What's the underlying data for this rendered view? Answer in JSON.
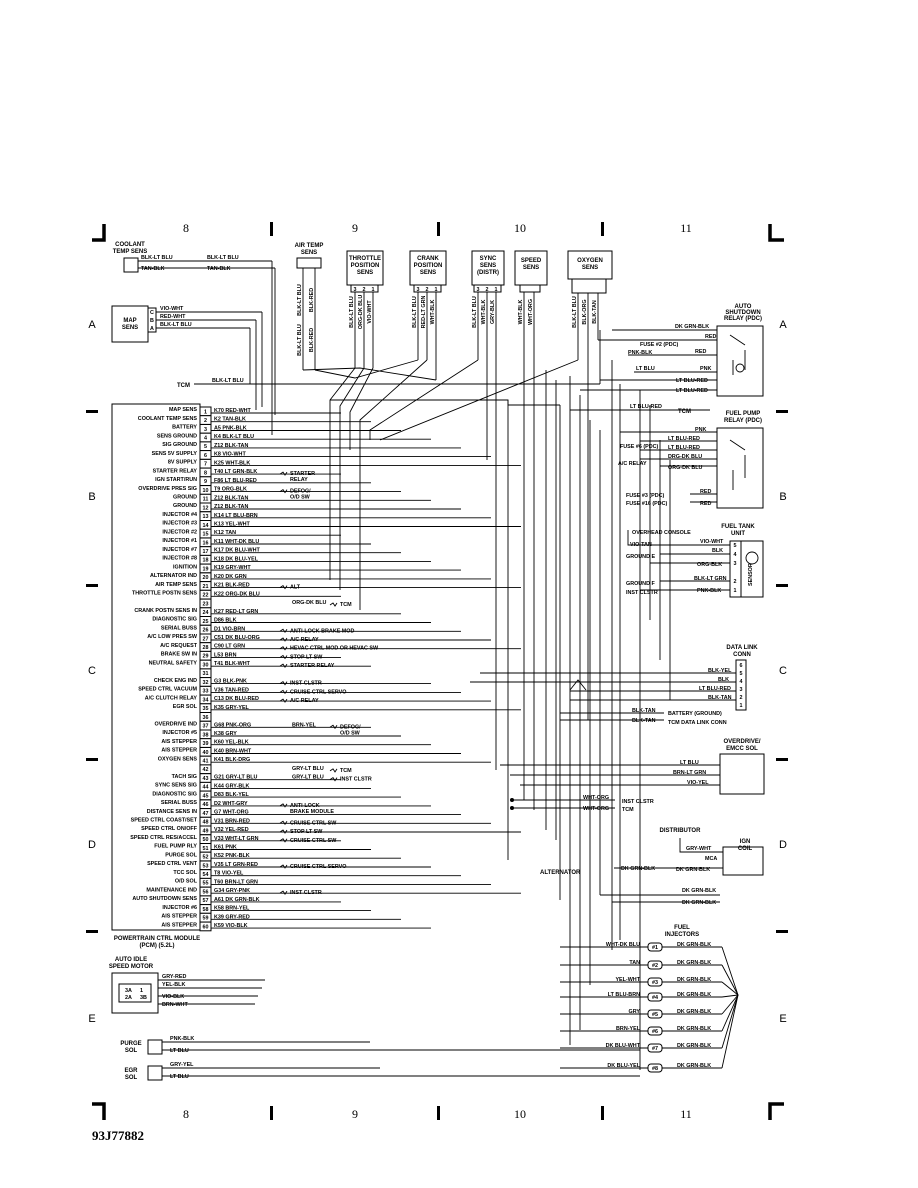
{
  "grid": {
    "columns": [
      "8",
      "9",
      "10",
      "11"
    ],
    "rows": [
      "A",
      "B",
      "C",
      "D",
      "E"
    ]
  },
  "drawing_code": "93J77882",
  "components": {
    "coolant_temp_sens": [
      "COOLANT",
      "TEMP SENS"
    ],
    "air_temp_sens": [
      "AIR TEMP",
      "SENS"
    ],
    "throttle_position_sens": [
      "THROTTLE",
      "POSITION",
      "SENS"
    ],
    "crank_position_sens": [
      "CRANK",
      "POSITION",
      "SENS"
    ],
    "sync_sens": [
      "SYNC",
      "SENS",
      "(DISTR)"
    ],
    "speed_sens": [
      "SPEED",
      "SENS"
    ],
    "oxygen_sens": [
      "OXYGEN",
      "SENS"
    ],
    "map_sens": [
      "MAP",
      "SENS"
    ],
    "auto_shutdown_relay": [
      "AUTO",
      "SHUTDOWN",
      "RELAY (PDC)"
    ],
    "fuel_pump_relay": [
      "FUEL PUMP",
      "RELAY (PDC)"
    ],
    "fuel_tank_unit": [
      "FUEL TANK",
      "UNIT"
    ],
    "data_link_conn": [
      "DATA LINK",
      "CONN"
    ],
    "overdrive_emcc_sol": [
      "OVERDRIVE/",
      "EMCC SOL"
    ],
    "distributor": "DISTRIBUTOR",
    "ign_coil": [
      "IGN",
      "COIL"
    ],
    "fuel_injectors": [
      "FUEL",
      "INJECTORS"
    ],
    "auto_idle_speed_motor": [
      "AUTO IDLE",
      "SPEED MOTOR"
    ],
    "purge_sol": [
      "PURGE",
      "SOL"
    ],
    "egr_sol": [
      "EGR",
      "SOL"
    ],
    "pcm": [
      "POWERTRAIN CTRL MODULE",
      "(PCM) (5.2L)"
    ],
    "tcm": "TCM",
    "alternator": "ALTERNATOR",
    "sensor": "SENSOR",
    "mca": "MCA"
  },
  "top_wires": {
    "coolant": [
      "BLK-LT BLU",
      "TAN-BLK"
    ],
    "map": [
      "VIO-WHT",
      "RED-WHT",
      "BLK-LT BLU"
    ],
    "map_pins": [
      "C",
      "B",
      "A"
    ],
    "tcm_line": "BLK-LT BLU",
    "air_temp": [
      "BLK-LT BLU",
      "BLK-RED"
    ],
    "throttle": [
      "BLK-LT BLU",
      "ORG-DK BLU",
      "VIO-WHT"
    ],
    "throttle_pins": [
      "3",
      "2",
      "1"
    ],
    "crank": [
      "BLK-LT BLU",
      "RED-LT GRN",
      "WHT-BLK"
    ],
    "crank_pins": [
      "3",
      "2",
      "1"
    ],
    "sync": [
      "BLK-LT BLU",
      "WHT-BLK",
      "GRY-BLK"
    ],
    "sync_pins": [
      "3",
      "2",
      "1"
    ],
    "speed": [
      "WHT-BLK",
      "WHT-ORG"
    ],
    "oxygen": [
      "BLK-LT BLU",
      "BLK-ORG",
      "BLK-TAN"
    ]
  },
  "pcm_pins": [
    {
      "n": "1",
      "label": "MAP SENS",
      "wire": "K70 RED-WHT"
    },
    {
      "n": "2",
      "label": "COOLANT TEMP SENS",
      "wire": "K2 TAN-BLK"
    },
    {
      "n": "3",
      "label": "BATTERY",
      "wire": "A5 PNK-BLK"
    },
    {
      "n": "4",
      "label": "SENS GROUND",
      "wire": "K4 BLK-LT BLU"
    },
    {
      "n": "5",
      "label": "SIG GROUND",
      "wire": "Z12 BLK-TAN"
    },
    {
      "n": "6",
      "label": "SENS 5V SUPPLY",
      "wire": "K8 VIO-WHT"
    },
    {
      "n": "7",
      "label": "8V SUPPLY",
      "wire": "K25 WHT-BLK"
    },
    {
      "n": "8",
      "label": "STARTER RELAY",
      "wire": "T40 LT GRN-BLK"
    },
    {
      "n": "9",
      "label": "IGN START/RUN",
      "wire": "F86 LT BLU-RED"
    },
    {
      "n": "10",
      "label": "OVERDRIVE PRES SIG",
      "wire": "T9 ORG-BLK"
    },
    {
      "n": "11",
      "label": "GROUND",
      "wire": "Z12 BLK-TAN"
    },
    {
      "n": "12",
      "label": "GROUND",
      "wire": "Z12 BLK-TAN"
    },
    {
      "n": "13",
      "label": "INJECTOR #4",
      "wire": "K14 LT BLU-BRN"
    },
    {
      "n": "14",
      "label": "INJECTOR #3",
      "wire": "K13 YEL-WHT"
    },
    {
      "n": "15",
      "label": "INJECTOR #2",
      "wire": "K12 TAN"
    },
    {
      "n": "16",
      "label": "INJECTOR #1",
      "wire": "K11 WHT-DK BLU"
    },
    {
      "n": "17",
      "label": "INJECTOR #7",
      "wire": "K17 DK BLU-WHT"
    },
    {
      "n": "18",
      "label": "INJECTOR #8",
      "wire": "K18 DK BLU-YEL"
    },
    {
      "n": "19",
      "label": "IGNITION",
      "wire": "K19 GRY-WHT"
    },
    {
      "n": "20",
      "label": "ALTERNATOR IND",
      "wire": "K20 DK GRN"
    },
    {
      "n": "21",
      "label": "AIR TEMP SENS",
      "wire": "K21 BLK-RED"
    },
    {
      "n": "22",
      "label": "THROTTLE POSTN SENS",
      "wire": "K22 ORG-DK BLU"
    },
    {
      "n": "23",
      "label": "",
      "wire": ""
    },
    {
      "n": "24",
      "label": "CRANK POSTN SENS IN",
      "wire": "K27 RED-LT GRN"
    },
    {
      "n": "25",
      "label": "DIAGNOSTIC SIG",
      "wire": "D86 BLK"
    },
    {
      "n": "26",
      "label": "SERIAL BUSS",
      "wire": "D1 VIO-BRN"
    },
    {
      "n": "27",
      "label": "A/C LOW PRES SW",
      "wire": "C51 DK BLU-ORG"
    },
    {
      "n": "28",
      "label": "A/C REQUEST",
      "wire": "C90 LT GRN"
    },
    {
      "n": "29",
      "label": "BRAKE SW IN",
      "wire": "L53 BRN"
    },
    {
      "n": "30",
      "label": "NEUTRAL SAFETY",
      "wire": "T41 BLK-WHT"
    },
    {
      "n": "31",
      "label": "",
      "wire": ""
    },
    {
      "n": "32",
      "label": "CHECK ENG IND",
      "wire": "G3 BLK-PNK"
    },
    {
      "n": "33",
      "label": "SPEED CTRL VACUUM",
      "wire": "V36 TAN-RED"
    },
    {
      "n": "34",
      "label": "A/C CLUTCH RELAY",
      "wire": "C13 DK BLU-RED"
    },
    {
      "n": "35",
      "label": "EGR SOL",
      "wire": "K35 GRY-YEL"
    },
    {
      "n": "36",
      "label": "",
      "wire": ""
    },
    {
      "n": "37",
      "label": "OVERDRIVE IND",
      "wire": "G68 PNK-ORG"
    },
    {
      "n": "38",
      "label": "INJECTOR #5",
      "wire": "K38 GRY"
    },
    {
      "n": "39",
      "label": "AIS STEPPER",
      "wire": "K60 YEL-BLK"
    },
    {
      "n": "40",
      "label": "AIS STEPPER",
      "wire": "K40 BRN-WHT"
    },
    {
      "n": "41",
      "label": "OXYGEN SENS",
      "wire": "K41 BLK-DRG"
    },
    {
      "n": "42",
      "label": "",
      "wire": ""
    },
    {
      "n": "43",
      "label": "TACH SIG",
      "wire": "G21 GRY-LT BLU"
    },
    {
      "n": "44",
      "label": "SYNC SENS SIG",
      "wire": "K44 GRY-BLK"
    },
    {
      "n": "45",
      "label": "DIAGNOSTIC SIG",
      "wire": "D83 BLK-YEL"
    },
    {
      "n": "46",
      "label": "SERIAL BUSS",
      "wire": "D2 WHT-GRY"
    },
    {
      "n": "47",
      "label": "DISTANCE SENS IN",
      "wire": "G7 WHT-ORG"
    },
    {
      "n": "48",
      "label": "SPEED CTRL COAST/SET",
      "wire": "V31 BRN-RED"
    },
    {
      "n": "49",
      "label": "SPEED CTRL ON/OFF",
      "wire": "V32 YEL-RED"
    },
    {
      "n": "50",
      "label": "SPEED CTRL RES/ACCEL",
      "wire": "V33 WHT-LT GRN"
    },
    {
      "n": "51",
      "label": "FUEL PUMP RLY",
      "wire": "K61 PNK"
    },
    {
      "n": "52",
      "label": "PURGE SOL",
      "wire": "K52 PNK-BLK"
    },
    {
      "n": "53",
      "label": "SPEED CTRL VENT",
      "wire": "V35 LT GRN-RED"
    },
    {
      "n": "54",
      "label": "TCC SOL",
      "wire": "T8 VIO-YEL"
    },
    {
      "n": "55",
      "label": "O/D SOL",
      "wire": "T60 BRN-LT GRN"
    },
    {
      "n": "56",
      "label": "MAINTENANCE IND",
      "wire": "G34 GRY-PNK"
    },
    {
      "n": "57",
      "label": "AUTO SHUTDOWN SENS",
      "wire": "A61 DK GRN-BLK"
    },
    {
      "n": "58",
      "label": "INJECTOR #6",
      "wire": "K58 BRN-YEL"
    },
    {
      "n": "59",
      "label": "AIS STEPPER",
      "wire": "K39 GRY-RED"
    },
    {
      "n": "60",
      "label": "AIS STEPPER",
      "wire": "K59 VIO-BLK"
    }
  ],
  "pcm_side_notes": [
    {
      "row": 8,
      "text": [
        "STARTER",
        "RELAY"
      ]
    },
    {
      "row": 10,
      "text": [
        "DEFOG/",
        "O/D SW"
      ]
    },
    {
      "row": 21,
      "text": [
        "ALT"
      ]
    },
    {
      "row": 23,
      "text": [
        "TCM"
      ],
      "wire": "ORG-DK BLU"
    },
    {
      "row": 26,
      "text": [
        "ANTI-LOCK BRAKE MOD"
      ]
    },
    {
      "row": 27,
      "text": [
        "A/C RELAY"
      ]
    },
    {
      "row": 28,
      "text": [
        "HEVAC CTRL MOD OR HEVAC SW"
      ]
    },
    {
      "row": 29,
      "text": [
        "STOP LT SW"
      ]
    },
    {
      "row": 30,
      "text": [
        "STARTER RELAY"
      ]
    },
    {
      "row": 32,
      "text": [
        "INST CLSTR"
      ]
    },
    {
      "row": 33,
      "text": [
        "CRUISE CTRL SERVO"
      ]
    },
    {
      "row": 34,
      "text": [
        "A/C RELAY"
      ]
    },
    {
      "row": 37,
      "text": [
        "DEFOG/",
        "O/D SW"
      ],
      "wire": "BRN-YEL"
    },
    {
      "row": 42,
      "text": [
        "TCM"
      ],
      "wire": "GRY-LT BLU"
    },
    {
      "row": 43,
      "text": [
        "INST CLSTR"
      ],
      "wire": "GRY-LT BLU"
    },
    {
      "row": 46,
      "text": [
        "ANTI-LOCK",
        "BRAKE MODULE"
      ]
    },
    {
      "row": 48,
      "text": [
        "CRUISE CTRL SW"
      ]
    },
    {
      "row": 49,
      "text": [
        "STOP LT SW"
      ]
    },
    {
      "row": 50,
      "text": [
        "CRUISE CTRL SW"
      ]
    },
    {
      "row": 53,
      "text": [
        "CRUISE CTRL SERVO"
      ]
    },
    {
      "row": 56,
      "text": [
        "INST CLSTR"
      ]
    }
  ],
  "right_side": {
    "asd_wires": [
      "DK GRN-BLK",
      "RED",
      "RED",
      "PNK",
      "LT BLU-RED",
      "LT BLU-RED"
    ],
    "asd_labels": [
      "FUSE #2 (PDC)",
      "PNK-BLK",
      "LT BLU"
    ],
    "tcm_wire": "LT BLU-RED",
    "fuel_pump_wires": [
      "PNK",
      "LT BLU-RED",
      "LT BLU-RED",
      "DRG-DK BLU",
      "ORG-DK BLU",
      "RED",
      "RED"
    ],
    "fuel_pump_labels": [
      "FUSE #6 (PDC)",
      "A/C RELAY",
      "FUSE #3 (PDC)",
      "FUSE #16 (PDC)"
    ],
    "fuel_tank": {
      "console": "OVERHEAD CONSOLE",
      "wires": [
        "VIO-WHT",
        "BLK",
        "ORG-BLK",
        "BLK-LT GRN",
        "PNK-BLK"
      ],
      "left": [
        "VIO-TAN",
        "GROUND E",
        "GROUND F",
        "INST CLSTR"
      ],
      "pins": [
        "5",
        "4",
        "3",
        "2",
        "1"
      ]
    },
    "data_link": {
      "wires": [
        "BLK-YEL",
        "BLK",
        "LT BLU-RED",
        "BLK-TAN",
        "BLK-TAN",
        "BLK-TAN"
      ],
      "pins": [
        "6",
        "5",
        "4",
        "3",
        "2",
        "1"
      ],
      "notes": [
        "BATTERY (GROUND)",
        "TCM DATA LINK CONN"
      ]
    },
    "overdrive_wires": [
      "LT BLU",
      "BRN-LT GRN",
      "VIO-YEL"
    ],
    "inst_clstr_wires": [
      "WHT-ORG",
      "WHT-ORG"
    ],
    "inst_clstr_notes": [
      "INST CLSTR",
      "TCM"
    ],
    "distributor_wires": [
      "GRY-WHT",
      "DK GRN-BLK",
      "DK GRN-BLK"
    ],
    "ground_wires": [
      "DK GRN-BLK",
      "DK GRN-BLK"
    ],
    "injectors": [
      {
        "left": "WHT-DK BLU",
        "n": "#1",
        "right": "DK GRN-BLK"
      },
      {
        "left": "TAN",
        "n": "#2",
        "right": "DK GRN-BLK"
      },
      {
        "left": "YEL-WHT",
        "n": "#3",
        "right": "DK GRN-BLK"
      },
      {
        "left": "LT BLU-BRN",
        "n": "#4",
        "right": "DK GRN-BLK"
      },
      {
        "left": "GRY",
        "n": "#5",
        "right": "DK GRN-BLK"
      },
      {
        "left": "BRN-YEL",
        "n": "#6",
        "right": "DK GRN-BLK"
      },
      {
        "left": "DK BLU-WHT",
        "n": "#7",
        "right": "DK GRN-BLK"
      },
      {
        "left": "DK BLU-YEL",
        "n": "#8",
        "right": "DK GRN-BLK"
      }
    ]
  },
  "bottom_left": {
    "ais_wires": [
      "GRY-RED",
      "YEL-BLK",
      "VIO-BLK",
      "BRN-WHT"
    ],
    "ais_pins": [
      "3A",
      "2A",
      "1",
      "3B"
    ],
    "purge_wires": [
      "PNK-BLK",
      "LT BLU"
    ],
    "egr_wires": [
      "GRY-YEL",
      "LT BLU"
    ]
  }
}
